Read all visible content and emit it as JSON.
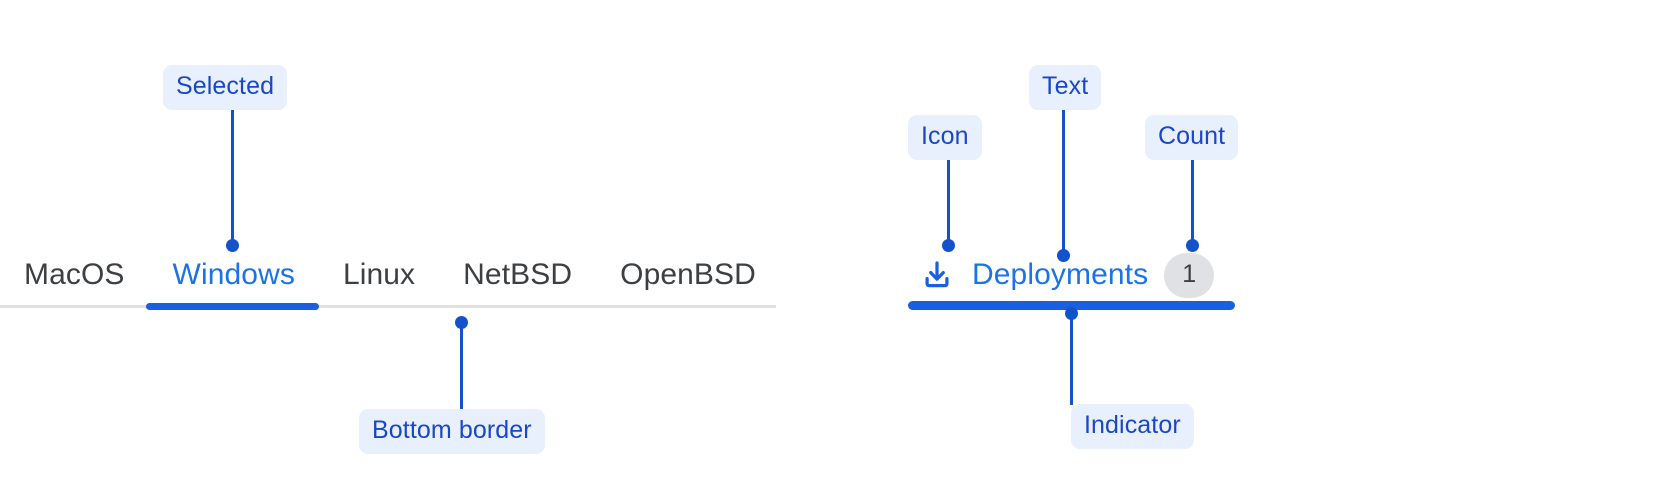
{
  "left_group": {
    "tabs": [
      {
        "label": "MacOS",
        "selected": false
      },
      {
        "label": "Windows",
        "selected": true
      },
      {
        "label": "Linux",
        "selected": false
      },
      {
        "label": "NetBSD",
        "selected": false
      },
      {
        "label": "OpenBSD",
        "selected": false
      }
    ],
    "annotations": [
      {
        "label": "Selected"
      },
      {
        "label": "Bottom border"
      }
    ]
  },
  "right_group": {
    "tab": {
      "icon": "download-icon",
      "text": "Deployments",
      "count": "1",
      "selected": true
    },
    "annotations": [
      {
        "label": "Icon"
      },
      {
        "label": "Text"
      },
      {
        "label": "Count"
      },
      {
        "label": "Indicator"
      }
    ]
  },
  "colors": {
    "accent_blue": "#1a73e8",
    "annotation_blue": "#1452cc",
    "annotation_bg": "#e8f0fe",
    "indicator_blue": "#1a5fe0",
    "divider_gray": "#e0e0e0",
    "badge_bg": "#dfe1e5",
    "tab_text": "#3c4043",
    "page_bg": "#ffffff"
  }
}
